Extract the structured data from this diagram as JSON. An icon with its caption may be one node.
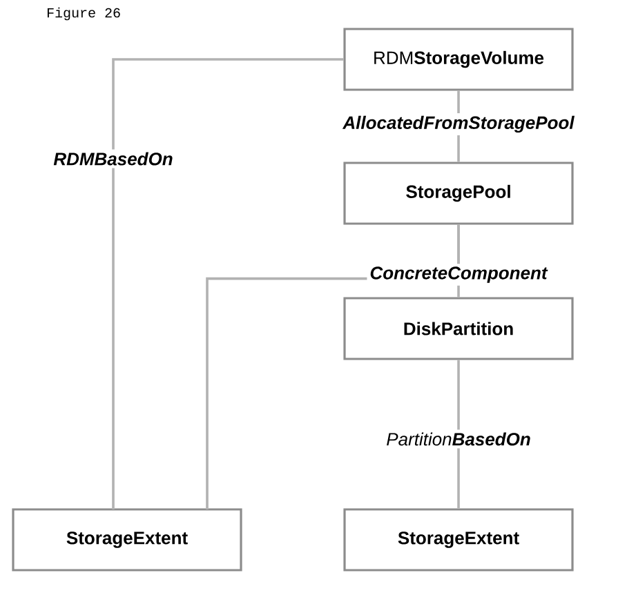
{
  "diagram": {
    "nodes": [
      {
        "text": [
          "RDM**StorageVolume**"
        ]
      },
      {
        "text": [
          "StoragePool"
        ]
      },
      {
        "text": [
          "DiskPartition"
        ]
      },
      {
        "text": [
          "StorageExtent"
        ]
      },
      {
        "text": [
          "StorageExtent"
        ]
      }
    ],
    "edges": [
      {
        "from": 0,
        "to": 1,
        "arrow": "none",
        "label": "AllocatedFromStoragePool"
      },
      {
        "from": 0,
        "to": 3,
        "arrow": "none",
        "label": "RDMBasedOn"
      },
      {
        "from": 1,
        "to": 2,
        "arrow": "none",
        "label": "ConcreteComponent"
      },
      {
        "from": 1,
        "to": 3,
        "arrow": "none"
      },
      {
        "from": 2,
        "to": 4,
        "arrow": "none",
        "label": "Partition**BasedOn**"
      }
    ],
    "labels": [
      "Figure 26"
    ]
  }
}
